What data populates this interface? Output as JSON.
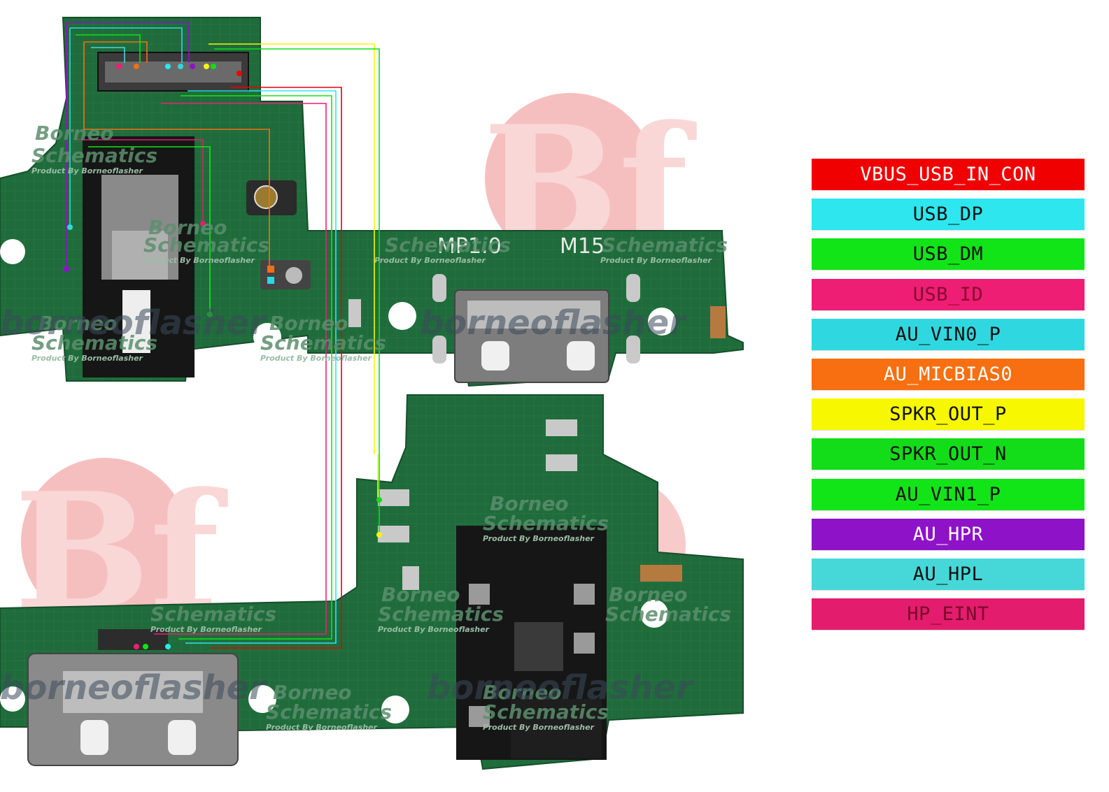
{
  "watermarks": {
    "brand": "Borneo",
    "line2": "Schematics",
    "tagline": "Product By Borneoflasher",
    "big": "borneoflasher",
    "logo": "Bf"
  },
  "board": {
    "silk_mp": "MP1.0",
    "silk_model": "M15"
  },
  "legend": [
    {
      "label": "VBUS_USB_IN_CON",
      "color": "#f00000",
      "text_color": "#ffffff"
    },
    {
      "label": "USB_DP",
      "color": "#2de6ee",
      "text_color": "#111111"
    },
    {
      "label": "USB_DM",
      "color": "#12e517",
      "text_color": "#111111"
    },
    {
      "label": "USB_ID",
      "color": "#ee1e74",
      "text_color": "#8a0a30"
    },
    {
      "label": "AU_VIN0_P",
      "color": "#2fd8e0",
      "text_color": "#111111"
    },
    {
      "label": "AU_MICBIAS0",
      "color": "#f76f10",
      "text_color": "#ffffff"
    },
    {
      "label": "SPKR_OUT_P",
      "color": "#f7f700",
      "text_color": "#111111"
    },
    {
      "label": "SPKR_OUT_N",
      "color": "#13dd19",
      "text_color": "#111111"
    },
    {
      "label": "AU_VIN1_P",
      "color": "#12e517",
      "text_color": "#111111"
    },
    {
      "label": "AU_HPR",
      "color": "#8e12c8",
      "text_color": "#ffffff"
    },
    {
      "label": "AU_HPL",
      "color": "#46d8d8",
      "text_color": "#111111"
    },
    {
      "label": "HP_EINT",
      "color": "#e31c6e",
      "text_color": "#7a0a28"
    }
  ]
}
